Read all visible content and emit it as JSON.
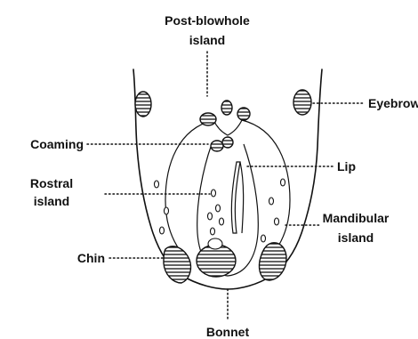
{
  "labels": {
    "post_blowhole": [
      "Post-blowhole",
      "island"
    ],
    "eyebrow": "Eyebrow",
    "coaming": "Coaming",
    "lip": "Lip",
    "rostral": [
      "Rostral",
      "island"
    ],
    "mandibular": [
      "Mandibular",
      "island"
    ],
    "chin": "Chin",
    "bonnet": "Bonnet"
  }
}
